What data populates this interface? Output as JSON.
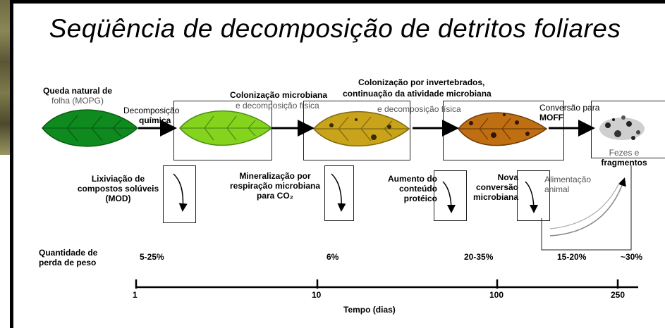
{
  "title": "Seqüência de decomposição de detritos foliares",
  "stages": {
    "s1": [
      "Queda natural de",
      "folha (MOPG)"
    ],
    "s2a": "Decomposição",
    "s2b": "química",
    "s3a": "Colonização microbiana",
    "s3b": "e decomposição física",
    "s4a": "Colonização por invertebrados,",
    "s4b": "continuação da atividade microbiana",
    "s4c": "e decomposição física",
    "s5": [
      "Conversão para",
      "MOFF"
    ],
    "s6": [
      "Fezes e",
      "fragmentos"
    ]
  },
  "processes": {
    "p1": [
      "Lixiviação de",
      "compostos solúveis",
      "(MOD)"
    ],
    "p2": [
      "Mineralização por",
      "respiração microbiana",
      "para CO₂"
    ],
    "p3": [
      "Aumento do",
      "conteúdo",
      "protéico"
    ],
    "p4": [
      "Nova",
      "conversão",
      "microbiana"
    ],
    "p5": [
      "Alimentação",
      "animal"
    ]
  },
  "loss": {
    "label": [
      "Quantidade de",
      "perda de peso"
    ],
    "v1": "5-25%",
    "v2": "6%",
    "v3": "20-35%",
    "v4": "15-20%",
    "v5": "~30%"
  },
  "axis": {
    "ticks": [
      "1",
      "10",
      "100",
      "250"
    ],
    "label": "Tempo (dias)"
  },
  "colors": {
    "leaf1": "#0f8a1e",
    "leaf2": "#84d41e",
    "leaf3": "#c9a31a",
    "leaf4": "#bf6e12"
  }
}
